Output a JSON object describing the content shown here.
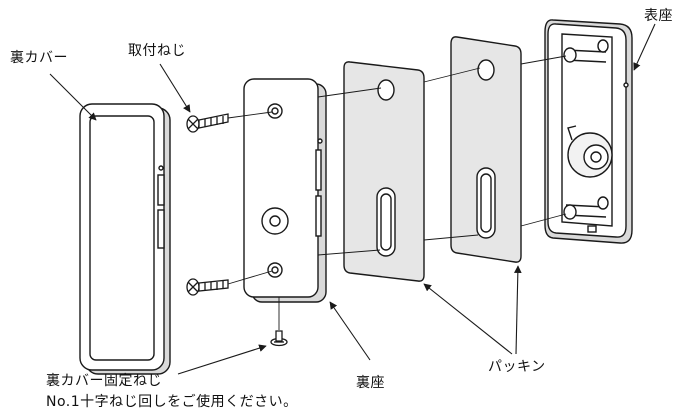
{
  "labels": {
    "back_cover": "裏カバー",
    "mount_screw": "取付ねじ",
    "front_base": "表座",
    "back_base": "裏座",
    "packing": "パッキン",
    "cover_screw": "裏カバー固定ねじ",
    "cover_screw_note": "No.1十字ねじ回しをご使用ください。"
  },
  "colors": {
    "line": "#1a1a1a",
    "packing_fill": "#e6e6e6",
    "part_fill": "#ffffff",
    "shade": "#cfcfcf"
  }
}
